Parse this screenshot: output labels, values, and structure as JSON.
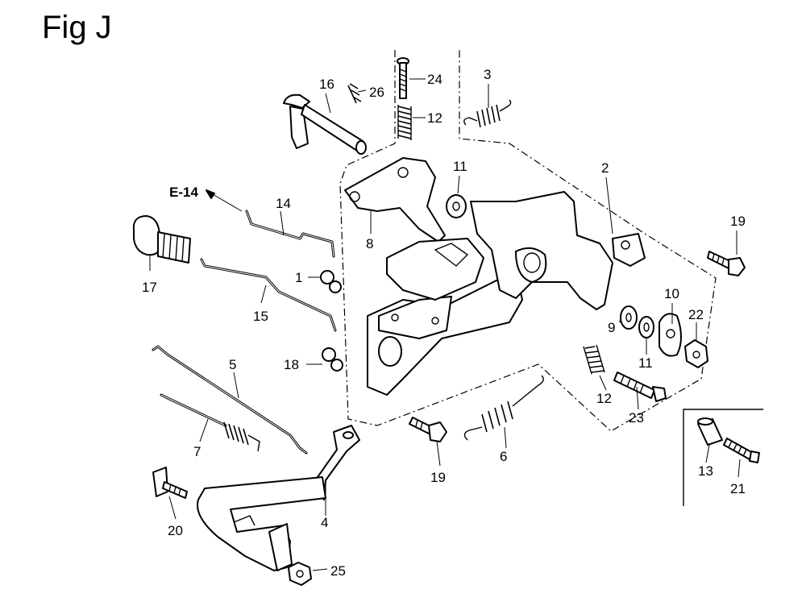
{
  "figure": {
    "title": "Fig J"
  },
  "reference": {
    "label": "E-14"
  },
  "callouts": [
    {
      "id": "c1",
      "label": "1"
    },
    {
      "id": "c2",
      "label": "2"
    },
    {
      "id": "c3",
      "label": "3"
    },
    {
      "id": "c4",
      "label": "4"
    },
    {
      "id": "c5",
      "label": "5"
    },
    {
      "id": "c6",
      "label": "6"
    },
    {
      "id": "c7",
      "label": "7"
    },
    {
      "id": "c8",
      "label": "8"
    },
    {
      "id": "c9",
      "label": "9"
    },
    {
      "id": "c10",
      "label": "10"
    },
    {
      "id": "c11a",
      "label": "11"
    },
    {
      "id": "c11b",
      "label": "11"
    },
    {
      "id": "c12a",
      "label": "12"
    },
    {
      "id": "c12b",
      "label": "12"
    },
    {
      "id": "c13",
      "label": "13"
    },
    {
      "id": "c14",
      "label": "14"
    },
    {
      "id": "c15",
      "label": "15"
    },
    {
      "id": "c16",
      "label": "16"
    },
    {
      "id": "c17",
      "label": "17"
    },
    {
      "id": "c18",
      "label": "18"
    },
    {
      "id": "c19a",
      "label": "19"
    },
    {
      "id": "c19b",
      "label": "19"
    },
    {
      "id": "c20",
      "label": "20"
    },
    {
      "id": "c21",
      "label": "21"
    },
    {
      "id": "c22",
      "label": "22"
    },
    {
      "id": "c23",
      "label": "23"
    },
    {
      "id": "c24",
      "label": "24"
    },
    {
      "id": "c25",
      "label": "25"
    },
    {
      "id": "c26",
      "label": "26"
    }
  ]
}
